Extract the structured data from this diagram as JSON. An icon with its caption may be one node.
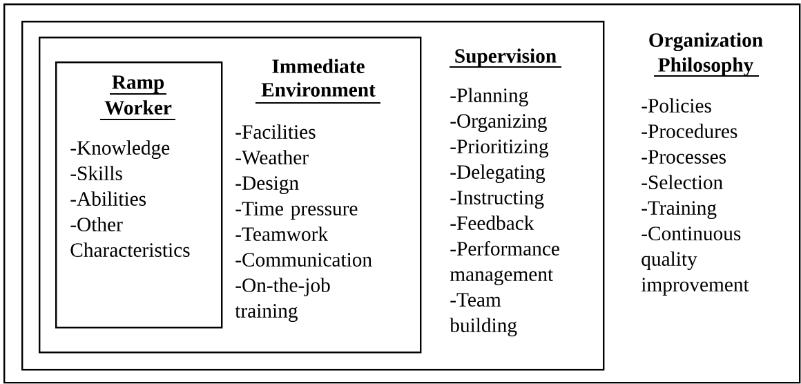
{
  "diagram": {
    "nodes": [
      {
        "text": [
          "Organization Philosophy",
          "-Policies",
          "-Procedures",
          "-Processes",
          "-Selection",
          "-Training",
          "-Continuous quality improvement"
        ]
      },
      {
        "text": [
          "Supervision",
          "-Planning",
          "-Organizing",
          "-Prioritizing",
          "-Delegating",
          "-Instructing",
          "-Feedback",
          "-Performance management",
          "-Team building"
        ],
        "in": 0
      },
      {
        "text": [
          "Immediate Environment",
          "-Facilities",
          "-Weather",
          "-Design",
          "-Time pressure",
          "-Teamwork",
          "-Communication",
          "-On-the-job training"
        ],
        "in": 1
      },
      {
        "text": [
          "Ramp Worker",
          "-Knowledge",
          "-Skills",
          "-Abilities",
          "-Other Characteristics"
        ],
        "in": 2
      }
    ]
  }
}
